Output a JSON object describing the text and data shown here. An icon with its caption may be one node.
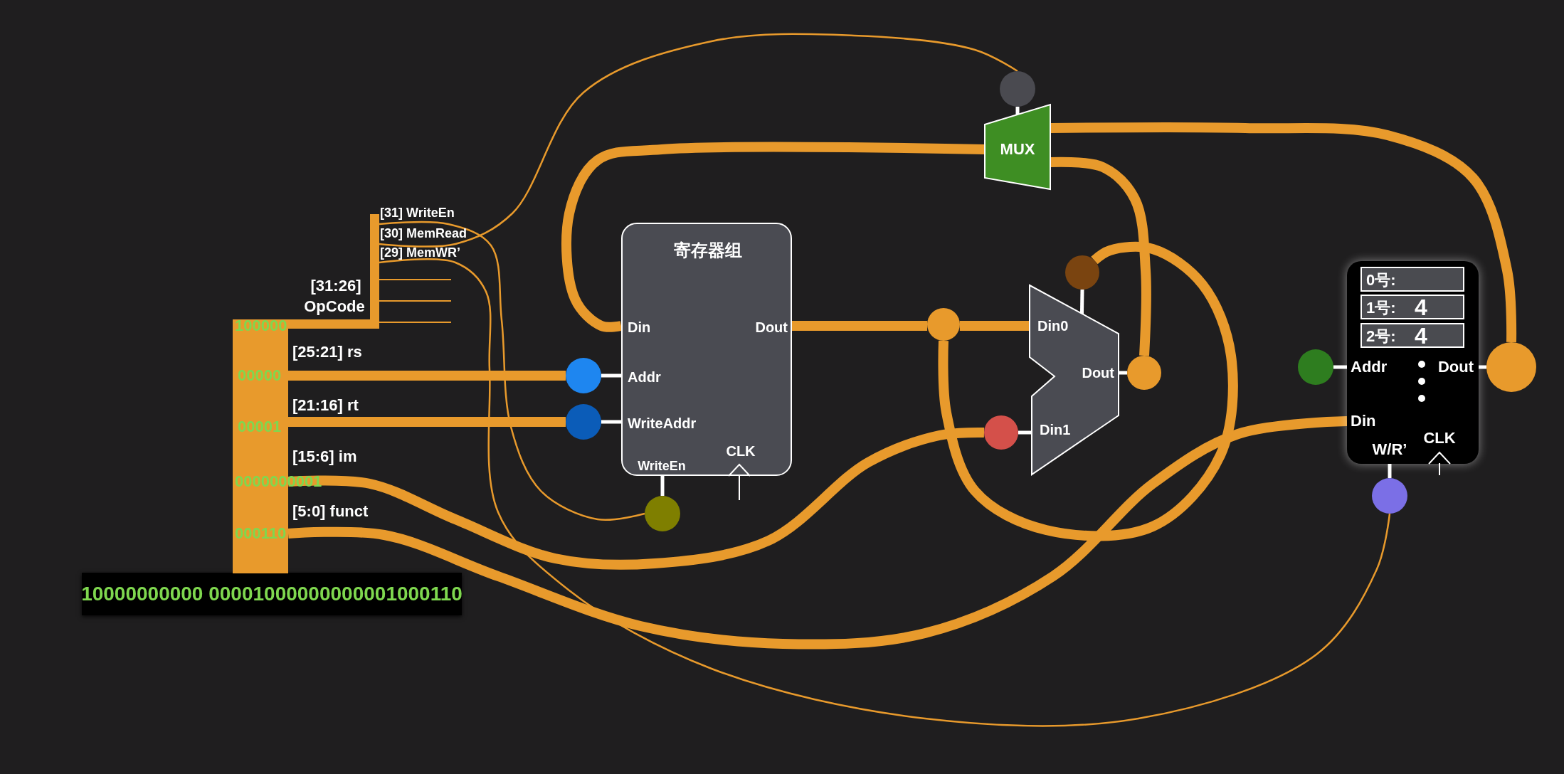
{
  "diagram": {
    "nodes": [
      {
        "text": [
          "10000000000 00001000000000001000110"
        ]
      },
      {
        "text": [
          "100000",
          "00000",
          "00001",
          "0000000001",
          "000110"
        ]
      },
      {
        "text": [
          "寄存器组",
          "Din",
          "Dout",
          "Addr",
          "WriteAddr",
          "WriteEn",
          "CLK"
        ]
      },
      {
        "text": [],
        "shape": "circle"
      },
      {
        "text": [],
        "shape": "circle"
      },
      {
        "text": [],
        "shape": "circle"
      },
      {
        "text": [],
        "shape": "circle"
      },
      {
        "text": [
          "MUX"
        ]
      },
      {
        "text": [
          "Din0",
          "Dout",
          "Din1"
        ]
      },
      {
        "text": [],
        "shape": "circle"
      },
      {
        "text": [],
        "shape": "circle"
      },
      {
        "text": [],
        "shape": "circle"
      },
      {
        "text": [],
        "shape": "circle"
      },
      {
        "text": [
          "Addr",
          "Dout",
          "Din",
          "W/R’",
          "CLK"
        ]
      },
      {
        "text": [
          "0号:"
        ],
        "in": 13
      },
      {
        "text": [
          "1号:",
          "4"
        ],
        "in": 13
      },
      {
        "text": [
          "2号:",
          "4"
        ],
        "in": 13
      },
      {
        "text": [],
        "shape": "circle"
      },
      {
        "text": [],
        "shape": "circle"
      },
      {
        "text": [],
        "shape": "circle"
      }
    ],
    "edges": [
      {
        "from": 1,
        "to": 3,
        "arrow": "none",
        "label": "[25:21] rs",
        "style": "thick"
      },
      {
        "from": 1,
        "to": 4,
        "arrow": "none",
        "label": "[21:16] rt",
        "style": "thick"
      },
      {
        "from": 1,
        "to": 11,
        "arrow": "none",
        "label": "[15:6] im",
        "style": "thick"
      },
      {
        "from": 1,
        "to": 13,
        "arrow": "none",
        "label": "[5:0] funct",
        "style": "thick"
      },
      {
        "from": 1,
        "to": 5,
        "arrow": "none",
        "label": "[31] WriteEn"
      },
      {
        "from": 1,
        "to": 6,
        "arrow": "none",
        "label": "[30] MemRead"
      },
      {
        "from": 1,
        "to": 19,
        "arrow": "none",
        "label": "[29] MemWR’"
      },
      {
        "from": 2,
        "to": 9,
        "arrow": "none",
        "style": "thick"
      },
      {
        "from": 9,
        "to": 8,
        "arrow": "none",
        "style": "thick"
      },
      {
        "from": 9,
        "to": 10,
        "arrow": "none",
        "style": "thick"
      },
      {
        "from": 12,
        "to": 7,
        "arrow": "none",
        "style": "thick"
      },
      {
        "from": 18,
        "to": 7,
        "arrow": "none",
        "style": "thick"
      },
      {
        "from": 7,
        "to": 2,
        "arrow": "none",
        "style": "thick"
      },
      {
        "from": 3,
        "to": 2,
        "arrow": "none",
        "color": "#ffffff"
      },
      {
        "from": 4,
        "to": 2,
        "arrow": "none",
        "color": "#ffffff"
      },
      {
        "from": 5,
        "to": 2,
        "arrow": "none",
        "color": "#ffffff"
      },
      {
        "from": 6,
        "to": 7,
        "arrow": "none",
        "color": "#ffffff"
      },
      {
        "from": 10,
        "to": 8,
        "arrow": "none",
        "color": "#ffffff"
      },
      {
        "from": 11,
        "to": 8,
        "arrow": "none",
        "color": "#ffffff"
      },
      {
        "from": 8,
        "to": 12,
        "arrow": "none",
        "color": "#ffffff"
      },
      {
        "from": 17,
        "to": 13,
        "arrow": "none",
        "color": "#ffffff"
      },
      {
        "from": 13,
        "to": 18,
        "arrow": "none",
        "color": "#ffffff"
      },
      {
        "from": 19,
        "to": 13,
        "arrow": "none",
        "color": "#ffffff"
      }
    ],
    "labels": [
      "[31:26]",
      "OpCode"
    ]
  }
}
